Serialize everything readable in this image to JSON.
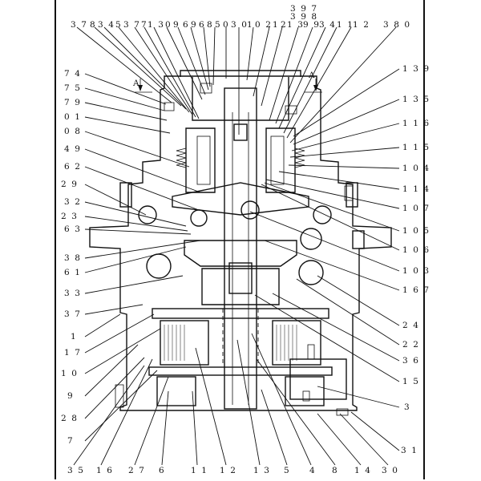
{
  "diagram": {
    "section_marks": [
      {
        "id": "left",
        "text": "A"
      },
      {
        "id": "right",
        "text": "A"
      }
    ],
    "labels_top": [
      "3 7",
      "8",
      "3 4",
      "5",
      "3 7",
      "7",
      "1 3",
      "0",
      "9",
      "6",
      "9",
      "6",
      "8",
      "5",
      "0",
      "3 0",
      "1",
      "0 2",
      "1",
      "2",
      "1 3",
      "9 9",
      "3 4",
      "1 1",
      "1 2",
      "3 8 0"
    ],
    "labels_top_stacked": [
      "3 9 7",
      "3 9 8"
    ],
    "labels_left": [
      "7 4",
      "7 5",
      "7 9",
      "0 1",
      "0 8",
      "4 9",
      "6 2",
      "2 9",
      "3 2",
      "2 3",
      "6 3",
      "3 8",
      "6 1",
      "3 3",
      "3 7",
      "1",
      "1 7",
      "1 0",
      "9",
      "2 8",
      "7"
    ],
    "labels_right": [
      "1 3 9",
      "1 3 5",
      "1 1 6",
      "1 1 5",
      "1 0 4",
      "1 1 4",
      "1 0 7",
      "1 0 5",
      "1 0 6",
      "1 0 3",
      "1 6 7",
      "2 4",
      "2 2",
      "3 6",
      "1 5",
      "3",
      "3 1"
    ],
    "labels_bottom": [
      "3 5",
      "1 6",
      "2 7",
      "6",
      "1 1",
      "1 2",
      "1 3",
      "5",
      "4",
      "8",
      "1 4",
      "3 0"
    ]
  }
}
